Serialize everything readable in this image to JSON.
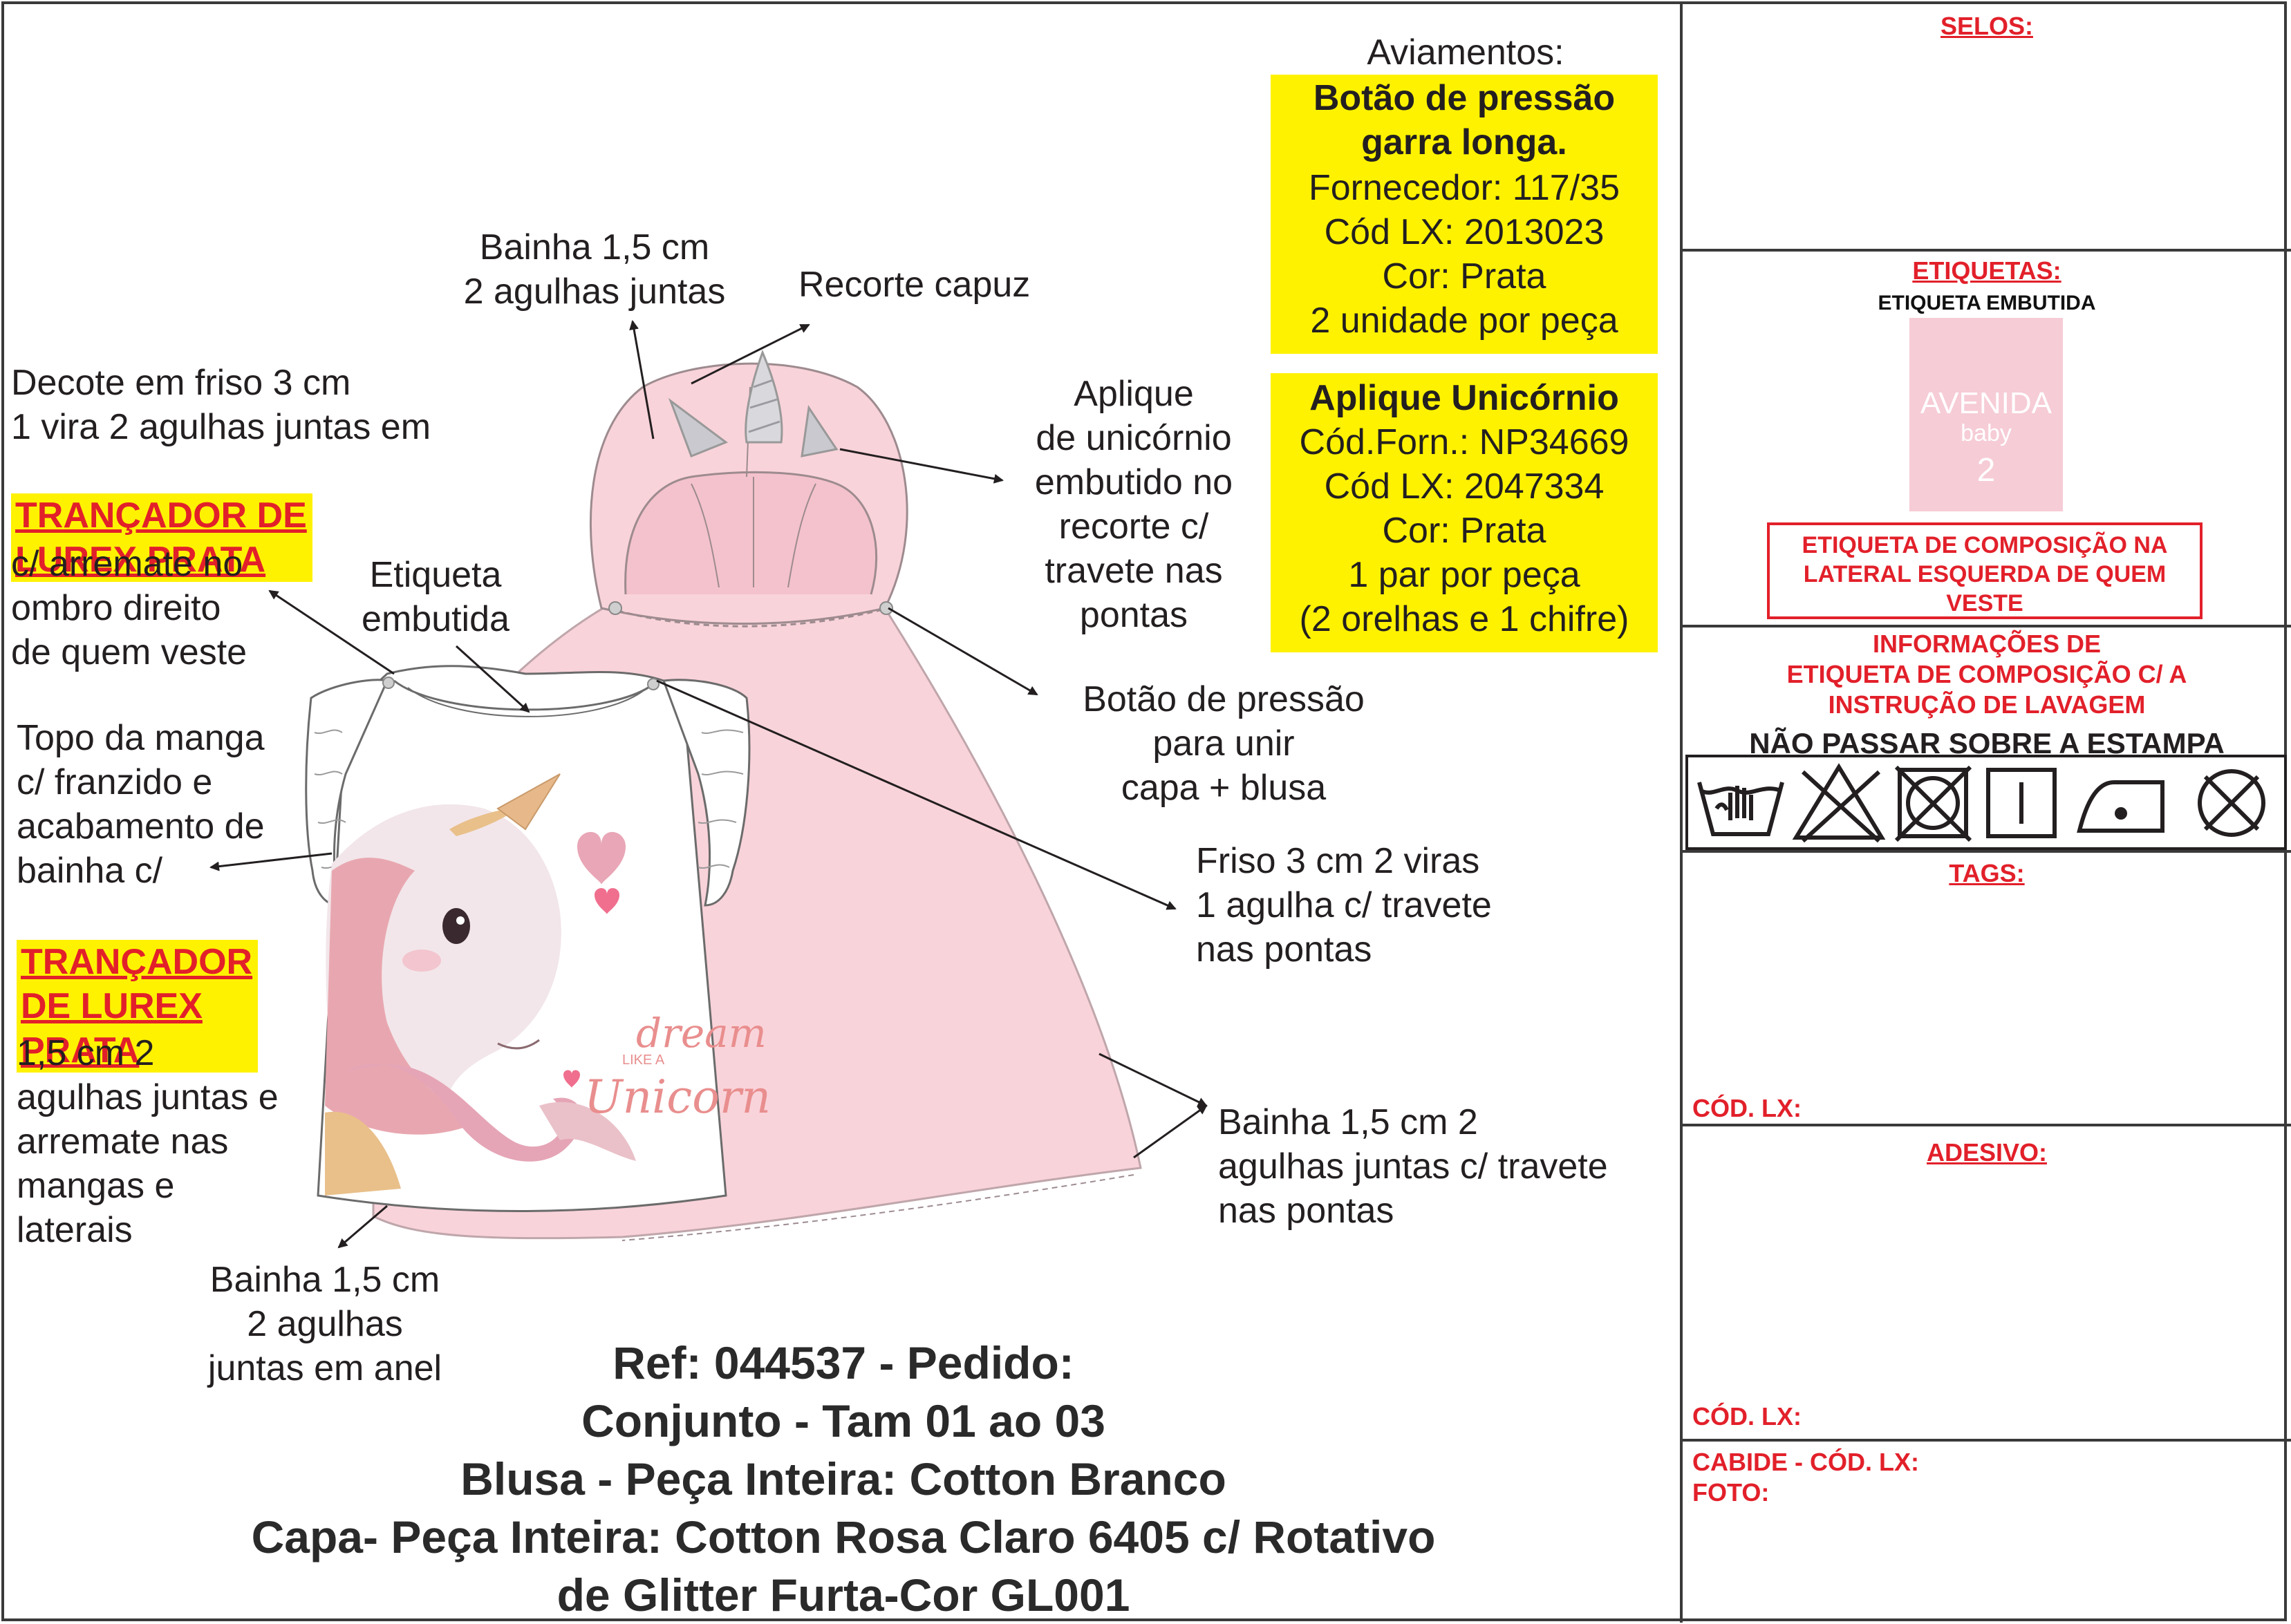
{
  "annotations": {
    "aviamentos_title": "Aviamentos:",
    "aviamentos_bold": "Botão de pressão\ngarra longa.",
    "aviamentos_details": "Fornecedor: 117/35\nCód LX: 2013023\nCor: Prata\n2 unidade por peça",
    "aplique_bold": "Aplique Unicórnio",
    "aplique_details": "Cód.Forn.: NP34669\nCód LX: 2047334\nCor: Prata\n1 par por peça\n(2 orelhas e 1 chifre)",
    "bainha_capuz": "Bainha 1,5 cm\n2 agulhas juntas",
    "recorte_capuz": "Recorte capuz",
    "decote": "Decote em friso 3 cm\n1 vira 2 agulhas juntas em",
    "trancador_1": "TRANÇADOR  DE\nLUREX PRATA",
    "arremate_ombro": "c/ arremate no\nombro direito\nde quem veste",
    "etiqueta_embutida": "Etiqueta\nembutida",
    "aplique_unicornio": "Aplique\nde unicórnio\nembutido no\nrecorte c/\ntravete nas\npontas",
    "botao_pressao": "Botão de pressão\npara unir\ncapa + blusa",
    "topo_manga": "Topo da manga\nc/ franzido e\nacabamento de\nbainha c/",
    "trancador_2": "TRANÇADOR\nDE LUREX\nPRATA",
    "bainha_manga": "1,5 cm 2\nagulhas juntas e\narremate nas\nmangas e\nlaterais",
    "friso_capa": "Friso 3 cm 2 viras\n1 agulha c/ travete\nnas pontas",
    "bainha_capa": "Bainha 1,5 cm 2\nagulhas juntas c/ travete\nnas pontas",
    "bainha_blusa": "Bainha 1,5 cm\n2 agulhas\njuntas em anel"
  },
  "reference": {
    "line1": "Ref: 044537 - Pedido:",
    "line2": "Conjunto - Tam 01 ao 03",
    "line3": "Blusa - Peça Inteira: Cotton Branco",
    "line4": "Capa- Peça Inteira: Cotton Rosa Claro 6405 c/ Rotativo",
    "line5": "de Glitter Furta-Cor GL001"
  },
  "artwork": {
    "print_text_1": "dream",
    "print_text_2": "LIKE A",
    "print_text_3": "Unicorn"
  },
  "sidebar": {
    "selos": "SELOS:",
    "etiquetas": "ETIQUETAS:",
    "etiqueta_embutida": "ETIQUETA EMBUTIDA",
    "label_brand": "AVENIDA",
    "label_sub": "baby",
    "label_size": "2",
    "composicao": "ETIQUETA DE COMPOSIÇÃO NA\nLATERAL ESQUERDA DE QUEM\nVESTE",
    "informacoes": "INFORMAÇÕES DE\nETIQUETA DE COMPOSIÇÃO C/ A\nINSTRUÇÃO DE LAVAGEM",
    "nao_passar": "NÃO PASSAR SOBRE A ESTAMPA",
    "care_icons": [
      "hand-wash-icon",
      "do-not-bleach-icon",
      "do-not-tumble-dry-icon",
      "line-dry-icon",
      "iron-low-icon",
      "do-not-dry-clean-icon"
    ],
    "tags": "TAGS:",
    "cod_lx_1": "CÓD. LX:",
    "adesivo": "ADESIVO:",
    "cod_lx_2": "CÓD. LX:",
    "cabide": "CABIDE - CÓD. LX:",
    "foto": "FOTO:"
  },
  "colors": {
    "highlight": "#fff200",
    "red": "#e2202a",
    "cape_pink": "#f9d3da",
    "label_pink": "#f6ccd6"
  }
}
